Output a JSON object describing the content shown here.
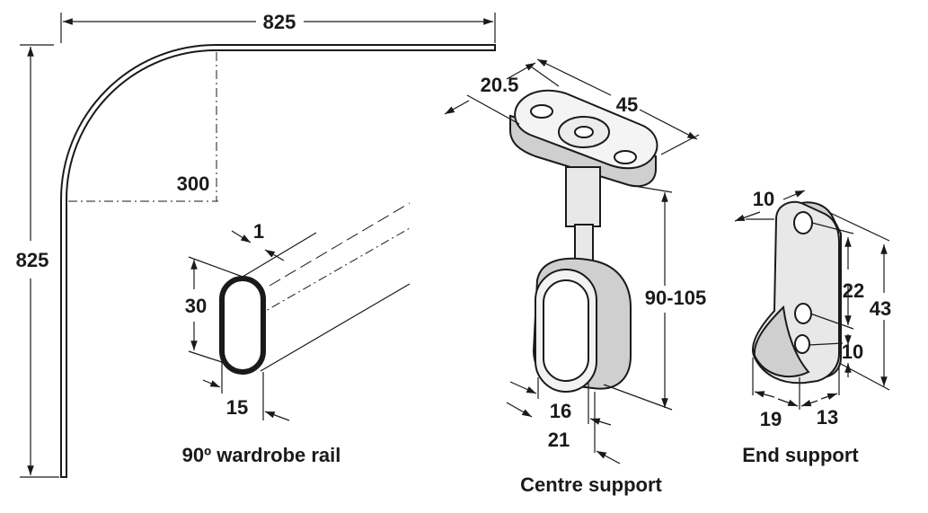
{
  "rail_diagram": {
    "width_label": "825",
    "height_label": "825",
    "radius_label": "300",
    "caption": "90º wardrobe rail"
  },
  "rail_section": {
    "wall_label": "1",
    "height_label": "30",
    "width_label": "15"
  },
  "centre_support": {
    "width_label": "20.5",
    "length_label": "45",
    "height_label": "90-105",
    "inner_label": "16",
    "outer_label": "21",
    "caption": "Centre support"
  },
  "end_support": {
    "thickness_label": "10",
    "hole_spacing_label": "22",
    "height_label": "43",
    "bottom_label": "10",
    "depth_label": "19",
    "width_label": "13",
    "caption": "End support"
  }
}
